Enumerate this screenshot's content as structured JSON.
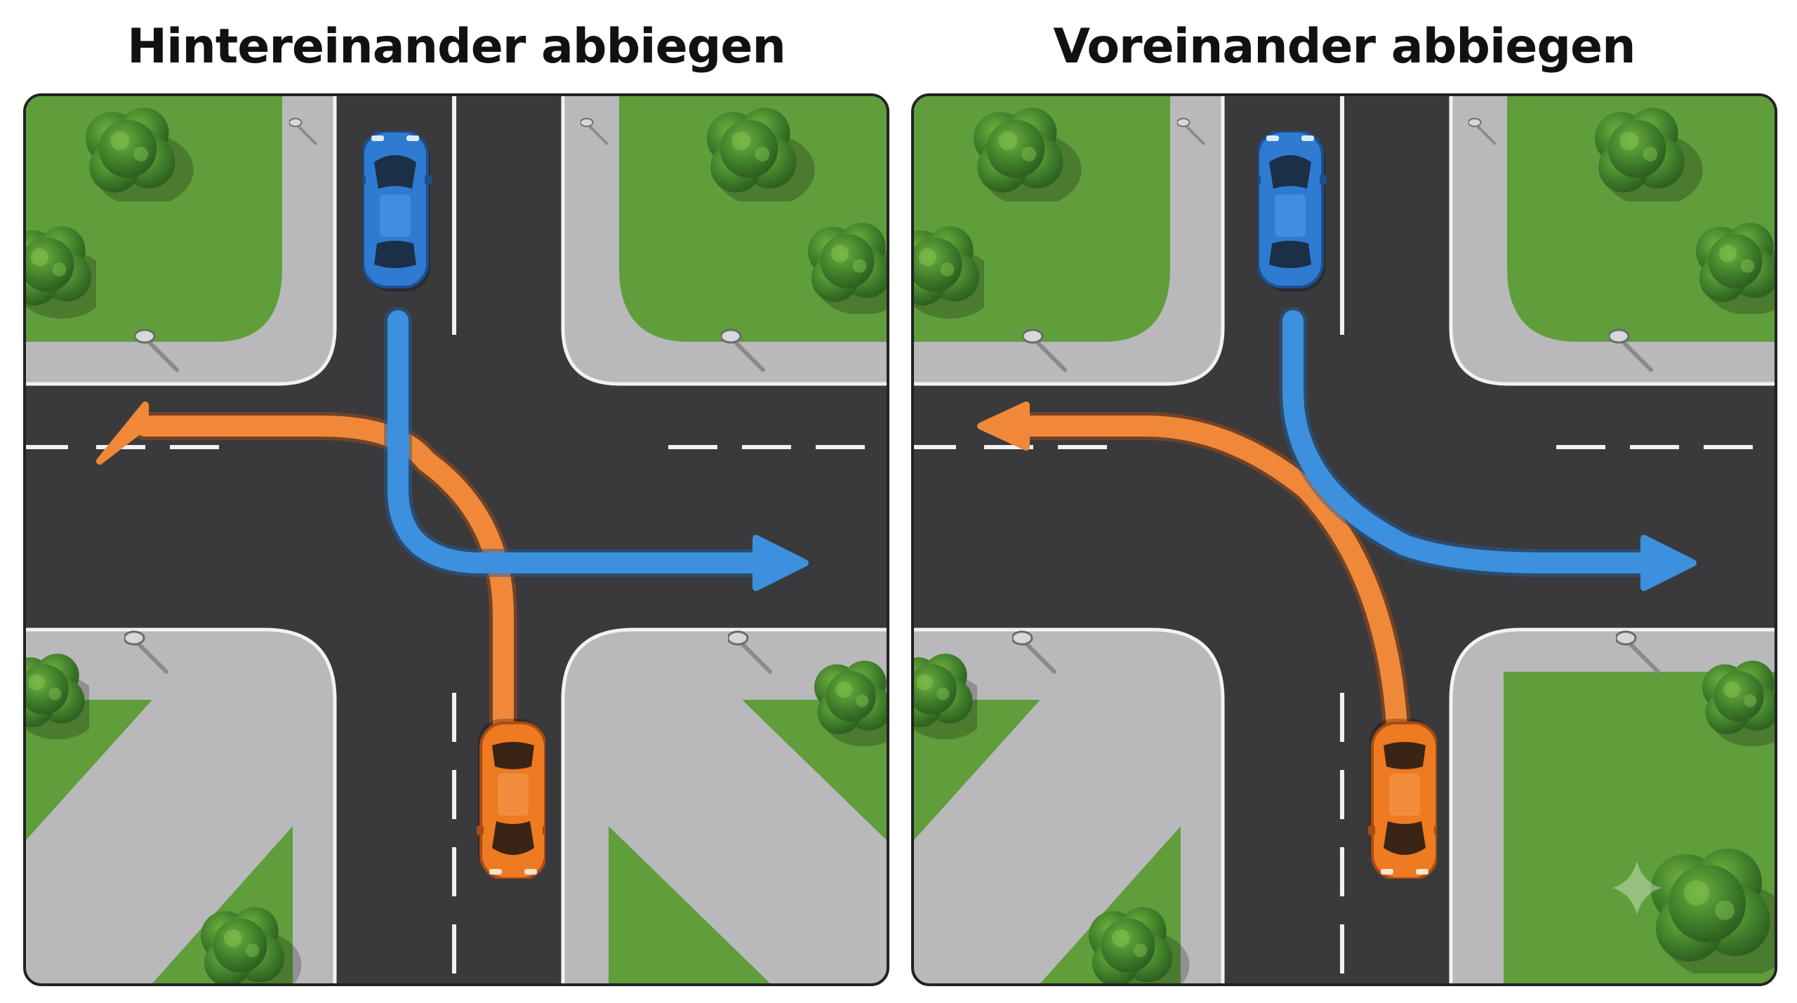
{
  "titles": {
    "left": "Hintereinander abbiegen",
    "right": "Voreinander abbiegen"
  },
  "colors": {
    "page_background": "#ffffff",
    "asphalt": "#3a3a3c",
    "sidewalk": "#b9b9bb",
    "grass": "#5f9e3b",
    "lane_marking": "#f2f2f2",
    "blue_car": "#2f7bd1",
    "blue_path": "#3d90dd",
    "orange_car": "#ee7a22",
    "orange_path": "#f0883a",
    "panel_border": "#222222"
  },
  "scenes": [
    {
      "id": "left",
      "variant": "behind",
      "vehicles": [
        {
          "name": "blue-car",
          "color": "blue",
          "heading": "south",
          "maneuver": "left-turn"
        },
        {
          "name": "orange-car",
          "color": "orange",
          "heading": "north",
          "maneuver": "left-turn"
        }
      ]
    },
    {
      "id": "right",
      "variant": "in-front",
      "vehicles": [
        {
          "name": "blue-car",
          "color": "blue",
          "heading": "south",
          "maneuver": "left-turn"
        },
        {
          "name": "orange-car",
          "color": "orange",
          "heading": "north",
          "maneuver": "left-turn"
        }
      ]
    }
  ]
}
